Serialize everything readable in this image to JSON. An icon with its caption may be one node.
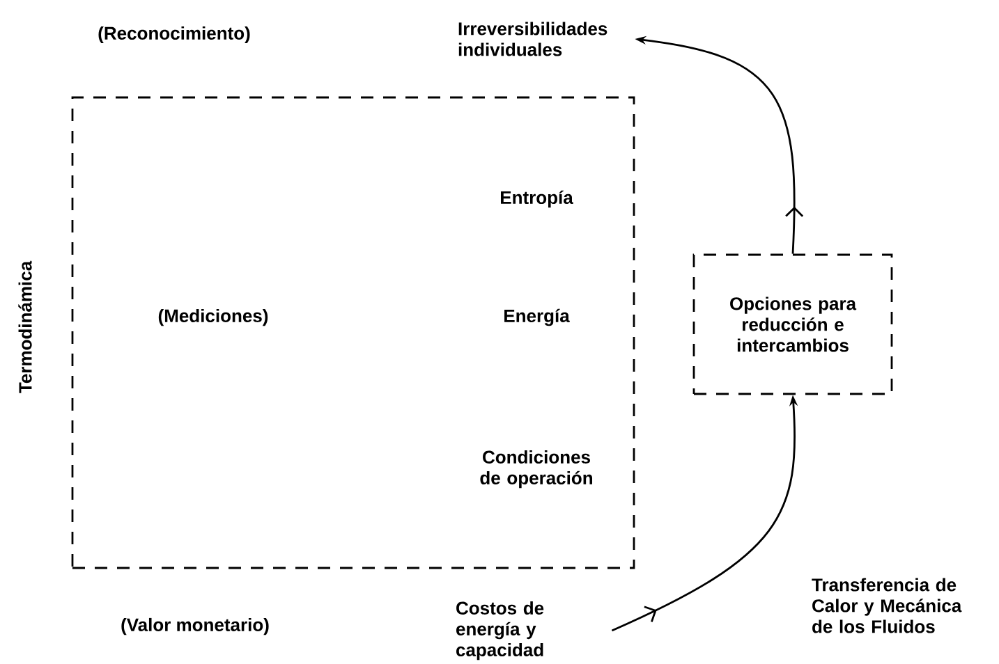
{
  "diagram": {
    "nodes": [
      {
        "text": [
          "(Mediciones)",
          "Entropía",
          "Energía",
          "Condiciones de operación"
        ]
      },
      {
        "text": [
          "Opciones para reducción e intercambios"
        ]
      },
      {
        "text": [
          "Irreversibilidades individuales"
        ]
      },
      {
        "text": [
          "Costos de energía y capacidad"
        ]
      }
    ],
    "edges": [
      {
        "from": 3,
        "to": 1,
        "arrow": "to",
        "label": "Transferencia de Calor y Mecánica de los Fluidos"
      },
      {
        "from": 1,
        "to": 2,
        "arrow": "to"
      }
    ],
    "labels": [
      "(Reconocimiento)",
      "Termodinámica",
      "(Valor monetario)"
    ]
  }
}
